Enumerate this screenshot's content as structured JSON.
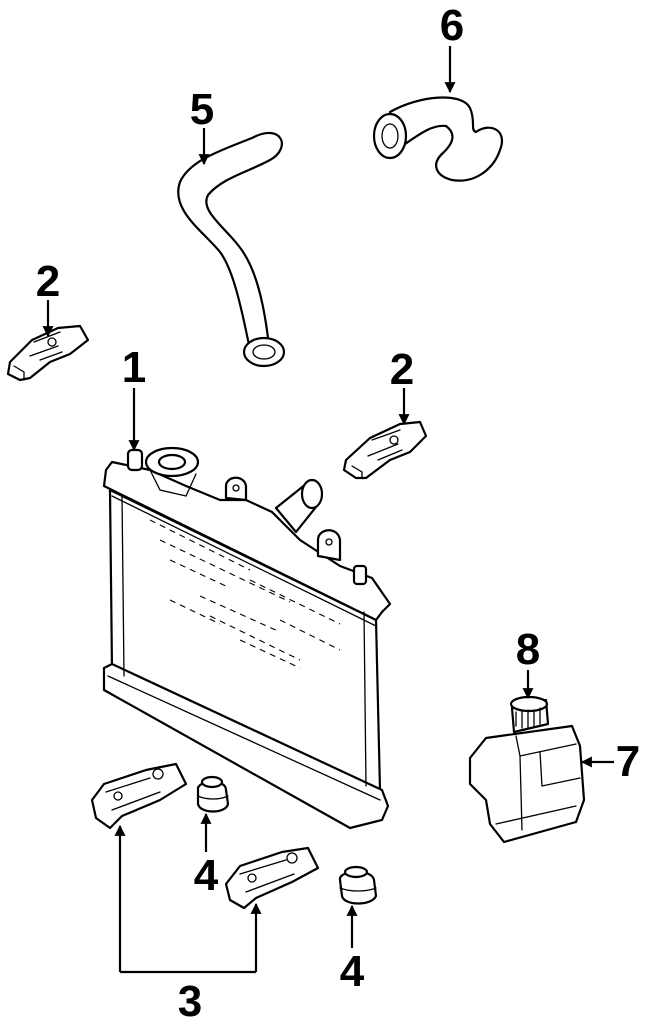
{
  "callouts": {
    "radiator": "1",
    "bracket_left": "2",
    "bracket_right": "2",
    "lower_brackets": "3",
    "mount_left": "4",
    "mount_right": "4",
    "upper_hose": "5",
    "lower_hose": "6",
    "reservoir": "7",
    "reservoir_cap": "8"
  },
  "colors": {
    "line": "#000000",
    "background": "#ffffff"
  }
}
